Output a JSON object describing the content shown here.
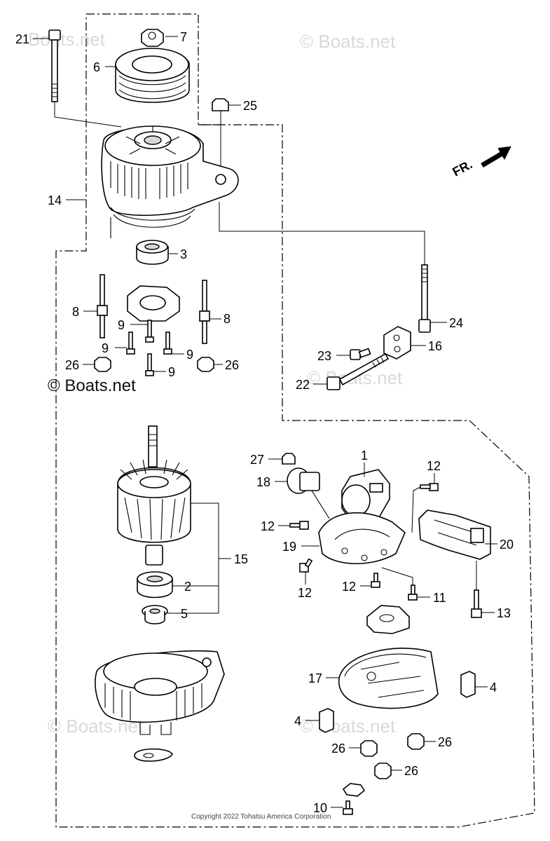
{
  "watermarks": {
    "main": "© Boats.net",
    "left_fragment": "Boats.net"
  },
  "direction": {
    "label": "FR."
  },
  "copyright": "Copyright 2022 Tohatsu America Corporation",
  "callouts": {
    "c21": "21",
    "c7": "7",
    "c6": "6",
    "c25": "25",
    "c14": "14",
    "c3": "3",
    "c8_left": "8",
    "c8_right": "8",
    "c9_a": "9",
    "c9_b": "9",
    "c9_c": "9",
    "c9_d": "9",
    "c26_left": "26",
    "c26_right": "26",
    "c24": "24",
    "c16": "16",
    "c23": "23",
    "c22": "22",
    "c27": "27",
    "c1": "1",
    "c12_top": "12",
    "c18": "18",
    "c12_left": "12",
    "c19": "19",
    "c20": "20",
    "c12_bottom": "12",
    "c12_mid": "12",
    "c11": "11",
    "c13": "13",
    "c15": "15",
    "c2": "2",
    "c5": "5",
    "c17": "17",
    "c4_right": "4",
    "c4_left": "4",
    "c26_a": "26",
    "c26_b": "26",
    "c26_c": "26",
    "c10": "10"
  }
}
